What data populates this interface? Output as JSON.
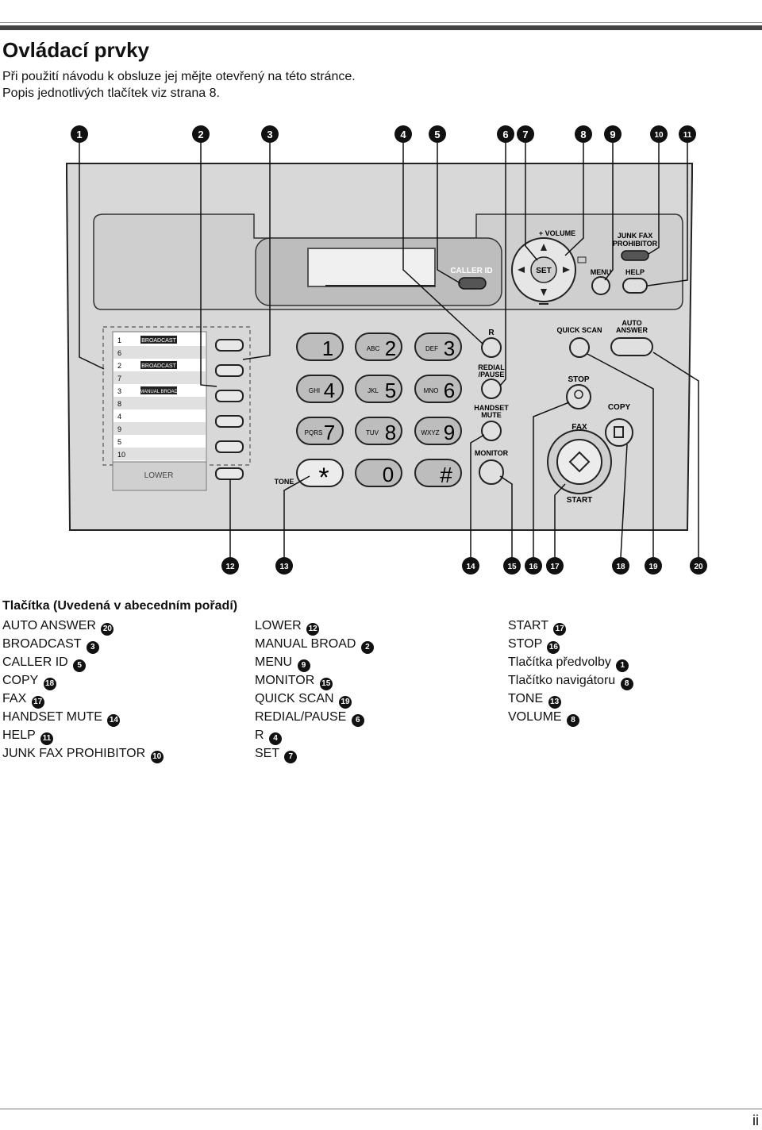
{
  "header": {
    "title": "Ovládací prvky",
    "intro_line1": "Při použití návodu k obsluze jej mějte otevřený na této stránce.",
    "intro_line2": "Popis jednotlivých tlačítek viz strana 8."
  },
  "callouts_top": [
    "1",
    "2",
    "3",
    "4",
    "5",
    "6",
    "7",
    "8",
    "9",
    "10",
    "11"
  ],
  "callouts_bottom": [
    "12",
    "13",
    "14",
    "15",
    "16",
    "17",
    "18",
    "19",
    "20"
  ],
  "device": {
    "volume_label": "+ VOLUME",
    "junk_fax_line1": "JUNK FAX",
    "junk_fax_line2": "PROHIBITOR",
    "caller_id_label": "CALLER ID",
    "set_label": "SET",
    "menu_label": "MENU",
    "help_label": "HELP",
    "r_label": "R",
    "redial_line1": "REDIAL",
    "redial_line2": "/PAUSE",
    "handset_line1": "HANDSET",
    "handset_line2": "MUTE",
    "monitor_label": "MONITOR",
    "quick_scan_label": "QUICK SCAN",
    "auto_answer_line1": "AUTO",
    "auto_answer_line2": "ANSWER",
    "stop_label": "STOP",
    "copy_label": "COPY",
    "fax_label": "FAX",
    "start_label": "START",
    "tone_label": "TONE",
    "lower_label": "LOWER",
    "keys": [
      {
        "digit": "1",
        "letters": ""
      },
      {
        "digit": "2",
        "letters": "ABC"
      },
      {
        "digit": "3",
        "letters": "DEF"
      },
      {
        "digit": "4",
        "letters": "GHI"
      },
      {
        "digit": "5",
        "letters": "JKL"
      },
      {
        "digit": "6",
        "letters": "MNO"
      },
      {
        "digit": "7",
        "letters": "PQRS"
      },
      {
        "digit": "8",
        "letters": "TUV"
      },
      {
        "digit": "9",
        "letters": "WXYZ"
      },
      {
        "digit": "*",
        "letters": ""
      },
      {
        "digit": "0",
        "letters": ""
      },
      {
        "digit": "#",
        "letters": ""
      }
    ],
    "station_rows": [
      {
        "num": "1",
        "tag": "BROADCAST"
      },
      {
        "num": "6",
        "tag": ""
      },
      {
        "num": "2",
        "tag": "BROADCAST"
      },
      {
        "num": "7",
        "tag": ""
      },
      {
        "num": "3",
        "tag": "MANUAL BROAD"
      },
      {
        "num": "8",
        "tag": ""
      },
      {
        "num": "4",
        "tag": ""
      },
      {
        "num": "9",
        "tag": ""
      },
      {
        "num": "5",
        "tag": ""
      },
      {
        "num": "10",
        "tag": ""
      }
    ]
  },
  "legend": {
    "heading": "Tlačítka (Uvedená v abecedním pořadí)",
    "columns": [
      [
        {
          "label": "AUTO ANSWER",
          "num": "20"
        },
        {
          "label": "BROADCAST",
          "num": "3"
        },
        {
          "label": "CALLER ID",
          "num": "5"
        },
        {
          "label": "COPY",
          "num": "18"
        },
        {
          "label": "FAX",
          "num": "17"
        },
        {
          "label": "HANDSET MUTE",
          "num": "14"
        },
        {
          "label": "HELP",
          "num": "11"
        },
        {
          "label": "JUNK FAX PROHIBITOR",
          "num": "10"
        }
      ],
      [
        {
          "label": "LOWER",
          "num": "12"
        },
        {
          "label": "MANUAL BROAD",
          "num": "2"
        },
        {
          "label": "MENU",
          "num": "9"
        },
        {
          "label": "MONITOR",
          "num": "15"
        },
        {
          "label": "QUICK SCAN",
          "num": "19"
        },
        {
          "label": "REDIAL/PAUSE",
          "num": "6"
        },
        {
          "label": "R",
          "num": "4"
        },
        {
          "label": "SET",
          "num": "7"
        }
      ],
      [
        {
          "label": "START",
          "num": "17"
        },
        {
          "label": "STOP",
          "num": "16"
        },
        {
          "label": "Tlačítka předvolby",
          "num": "1"
        },
        {
          "label": "Tlačítko navigátoru",
          "num": "8"
        },
        {
          "label": "TONE",
          "num": "13"
        },
        {
          "label": "VOLUME",
          "num": "8"
        }
      ]
    ]
  },
  "footer": {
    "page_number": "ii"
  }
}
